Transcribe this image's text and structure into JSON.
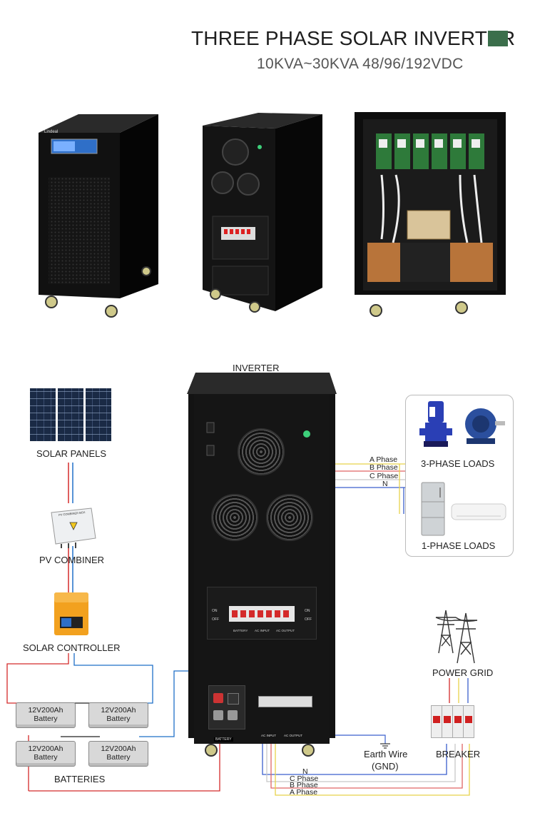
{
  "header": {
    "title": "THREE PHASE SOLAR INVERTER",
    "subtitle": "10KVA~30KVA  48/96/192VDC",
    "accent_color": "#3b6e4b"
  },
  "product_photos": {
    "front_brand": "Lindeal",
    "items": [
      "front-view",
      "rear-view",
      "internal-view"
    ]
  },
  "diagram": {
    "inverter_label": "INVERTER",
    "solar_panels_label": "SOLAR PANELS",
    "pv_combiner_label": "PV COMBINER",
    "pv_combiner_box_text": "PV COMBINER BOX",
    "solar_controller_label": "SOLAR CONTROLLER",
    "batteries_label": "BATTERIES",
    "battery_capacity": "12V200Ah",
    "battery_word": "Battery",
    "three_phase_loads_label": "3-PHASE LOADS",
    "one_phase_loads_label": "1-PHASE LOADS",
    "power_grid_label": "POWER GRID",
    "breaker_label": "BREAKER",
    "earth_wire_label": "Earth Wire",
    "gnd_label": "(GND)",
    "output_lines": [
      "A Phase",
      "B Phase",
      "C Phase",
      "N"
    ],
    "grid_lines": [
      "N",
      "C Phase",
      "B Phase",
      "A Phase"
    ],
    "panel_labels": {
      "on": "ON",
      "off": "OFF",
      "battery": "BATTERY",
      "ac_input": "AC INPUT",
      "ac_output": "AC OUTPUT"
    },
    "terminal_labels": {
      "battery": "BATTERY",
      "ac_input": "AC INPUT",
      "ac_output": "AC OUTPUT"
    }
  },
  "colors": {
    "phase_a": "#e8d24a",
    "phase_b": "#e06565",
    "phase_c": "#c8c8c8",
    "neutral": "#3a5fcd",
    "dc_positive": "#d42a2a",
    "dc_negative": "#1f6fc8",
    "controller": "#f2a11f"
  }
}
